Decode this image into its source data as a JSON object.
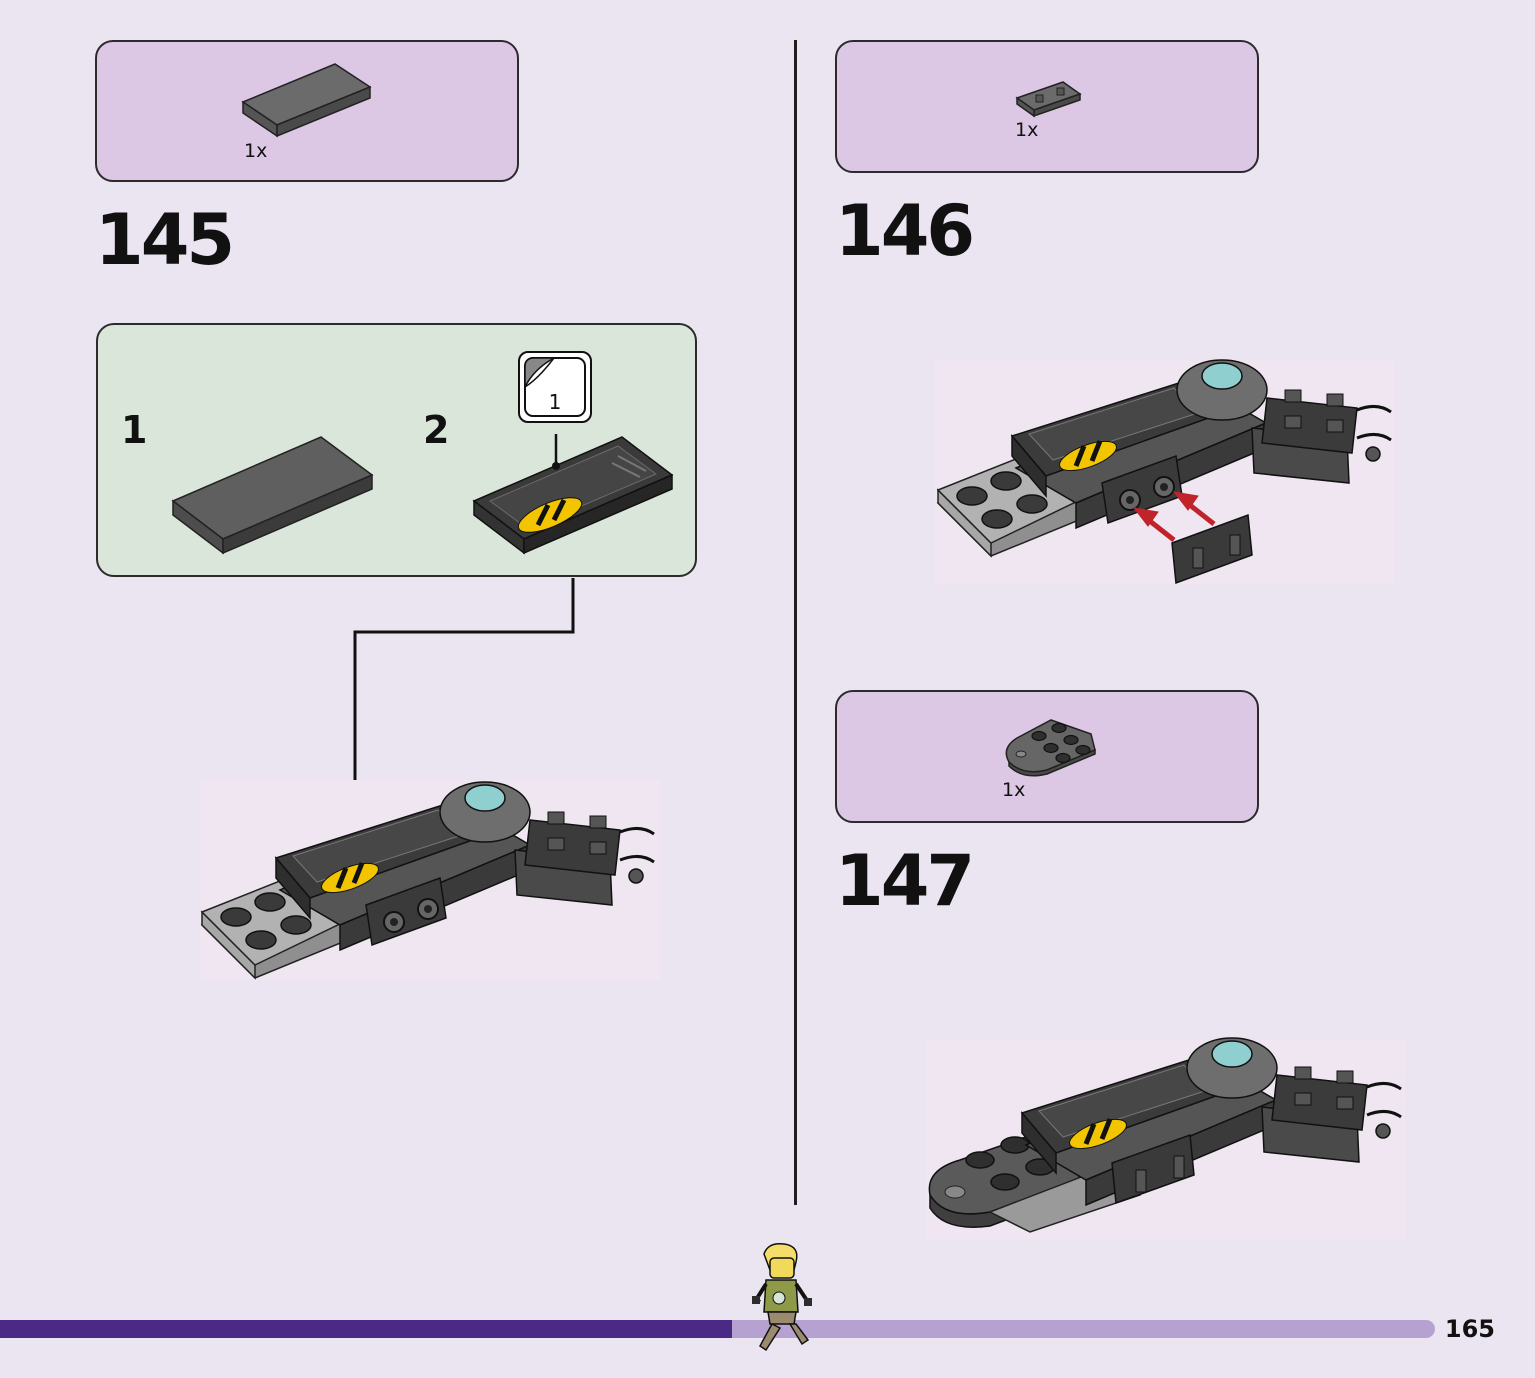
{
  "steps": [
    {
      "number": "145",
      "parts": [
        {
          "quantity": "1x",
          "part": "dark-grey-tile-1x2"
        }
      ],
      "sub_assembly": [
        {
          "number": "1",
          "part": "dark-grey-tile-1x2"
        },
        {
          "number": "2",
          "part": "tile-with-sticker",
          "sticker_number": "1"
        }
      ]
    },
    {
      "number": "146",
      "parts": [
        {
          "quantity": "1x",
          "part": "dark-grey-plate-1x2"
        }
      ]
    },
    {
      "number": "147",
      "parts": [
        {
          "quantity": "1x",
          "part": "dark-grey-round-plate-2x3"
        }
      ]
    }
  ],
  "page": {
    "number": "165",
    "progress": 0.51,
    "progress_colors": {
      "done": "#4b2a86",
      "remaining": "#b5a2d1"
    }
  },
  "colors": {
    "background": "#ebe4f1",
    "parts_box": "#dcc8e4",
    "sub_assembly_box": "#dbe6da",
    "arrow_red": "#c0232a"
  }
}
